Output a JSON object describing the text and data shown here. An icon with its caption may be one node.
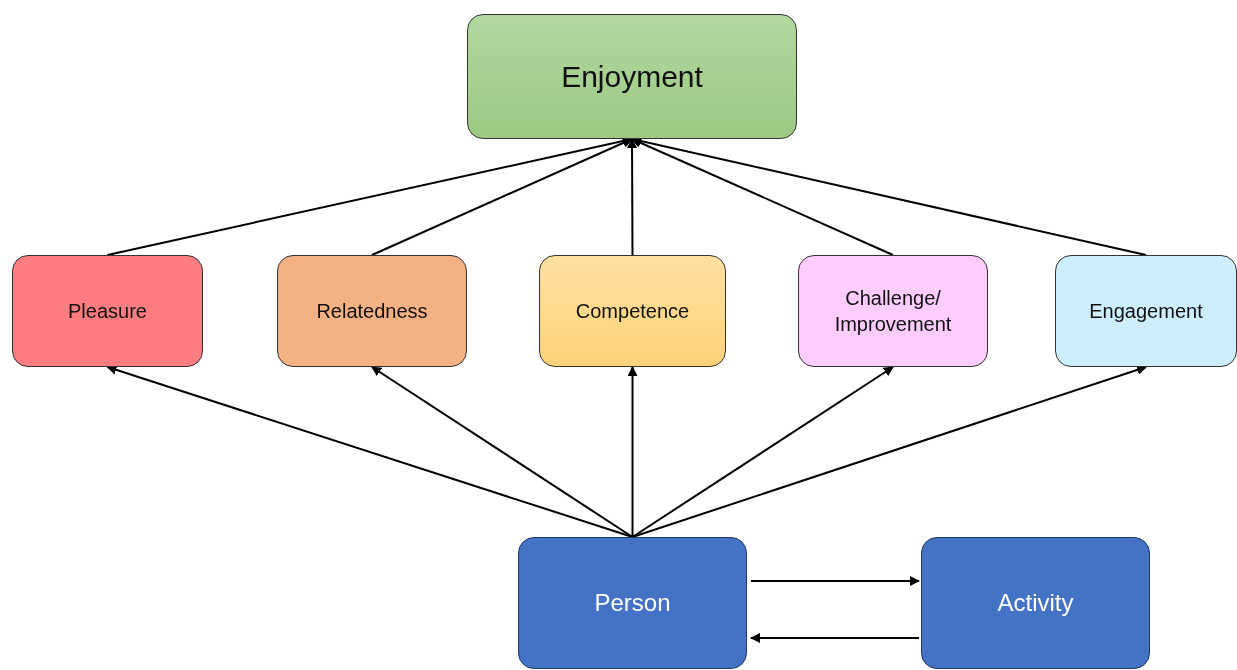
{
  "diagram": {
    "nodes": [
      {
        "text": [
          "Enjoyment"
        ]
      },
      {
        "text": [
          "Pleasure"
        ]
      },
      {
        "text": [
          "Relatedness"
        ]
      },
      {
        "text": [
          "Competence"
        ]
      },
      {
        "text": [
          "Challenge/ Improvement"
        ]
      },
      {
        "text": [
          "Engagement"
        ]
      },
      {
        "text": [
          "Person"
        ]
      },
      {
        "text": [
          "Activity"
        ]
      }
    ],
    "edges": [
      {
        "from": 1,
        "to": 0,
        "arrow": "to"
      },
      {
        "from": 2,
        "to": 0,
        "arrow": "to"
      },
      {
        "from": 3,
        "to": 0,
        "arrow": "to"
      },
      {
        "from": 4,
        "to": 0,
        "arrow": "to"
      },
      {
        "from": 5,
        "to": 0,
        "arrow": "to"
      },
      {
        "from": 6,
        "to": 1,
        "arrow": "to"
      },
      {
        "from": 6,
        "to": 2,
        "arrow": "to"
      },
      {
        "from": 6,
        "to": 3,
        "arrow": "to"
      },
      {
        "from": 6,
        "to": 4,
        "arrow": "to"
      },
      {
        "from": 6,
        "to": 5,
        "arrow": "to"
      },
      {
        "from": 6,
        "to": 7,
        "arrow": "to"
      },
      {
        "from": 7,
        "to": 6,
        "arrow": "to"
      }
    ]
  }
}
